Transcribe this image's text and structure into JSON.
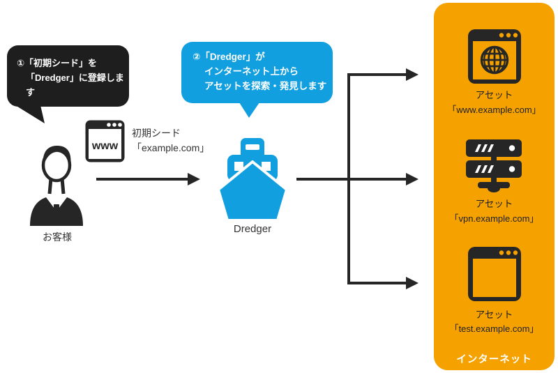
{
  "colors": {
    "blue": "#129fe0",
    "orange": "#f5a200",
    "dark": "#262626",
    "bubble_black": "#1e1e1e",
    "white": "#ffffff"
  },
  "step1_bubble": {
    "line1": "①「初期シード」を",
    "line2": "「Dredger」に登録します"
  },
  "step2_bubble": {
    "line1": "②「Dredger」が",
    "line2": "インターネット上から",
    "line3": "アセットを探索・発見します"
  },
  "customer": {
    "label": "お客様"
  },
  "seed": {
    "browser_text": "www",
    "line1": "初期シード",
    "line2": "「example.com」"
  },
  "dredger": {
    "label": "Dredger"
  },
  "internet_panel": {
    "label": "インターネット",
    "assets": [
      {
        "icon": "browser-globe-icon",
        "title": "アセット",
        "domain": "「www.example.com」"
      },
      {
        "icon": "server-icon",
        "title": "アセット",
        "domain": "「vpn.example.com」"
      },
      {
        "icon": "browser-window-icon",
        "title": "アセット",
        "domain": "「test.example.com」"
      }
    ]
  }
}
